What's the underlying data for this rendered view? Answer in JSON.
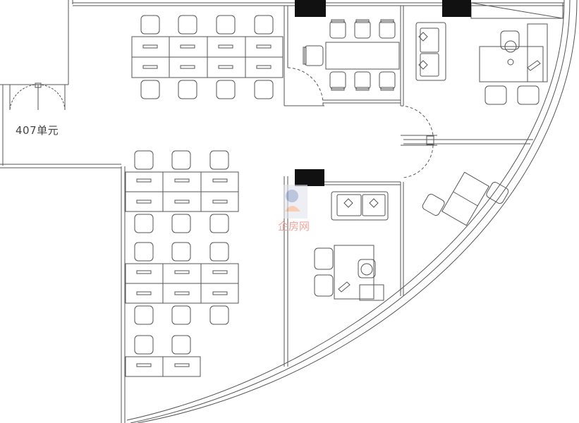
{
  "unit_label": "407单元",
  "watermark": {
    "text": "企房网",
    "colors": {
      "figure": "#8fa0c8",
      "text": "#f39a8e"
    }
  },
  "palette": {
    "line": "#555555",
    "fill_dark": "#111111"
  },
  "workstation_blocks": [
    {
      "name": "top",
      "desks": 8
    },
    {
      "name": "left-1",
      "desks": 6
    },
    {
      "name": "left-2",
      "desks": 6
    },
    {
      "name": "left-3",
      "desks": 2
    }
  ]
}
